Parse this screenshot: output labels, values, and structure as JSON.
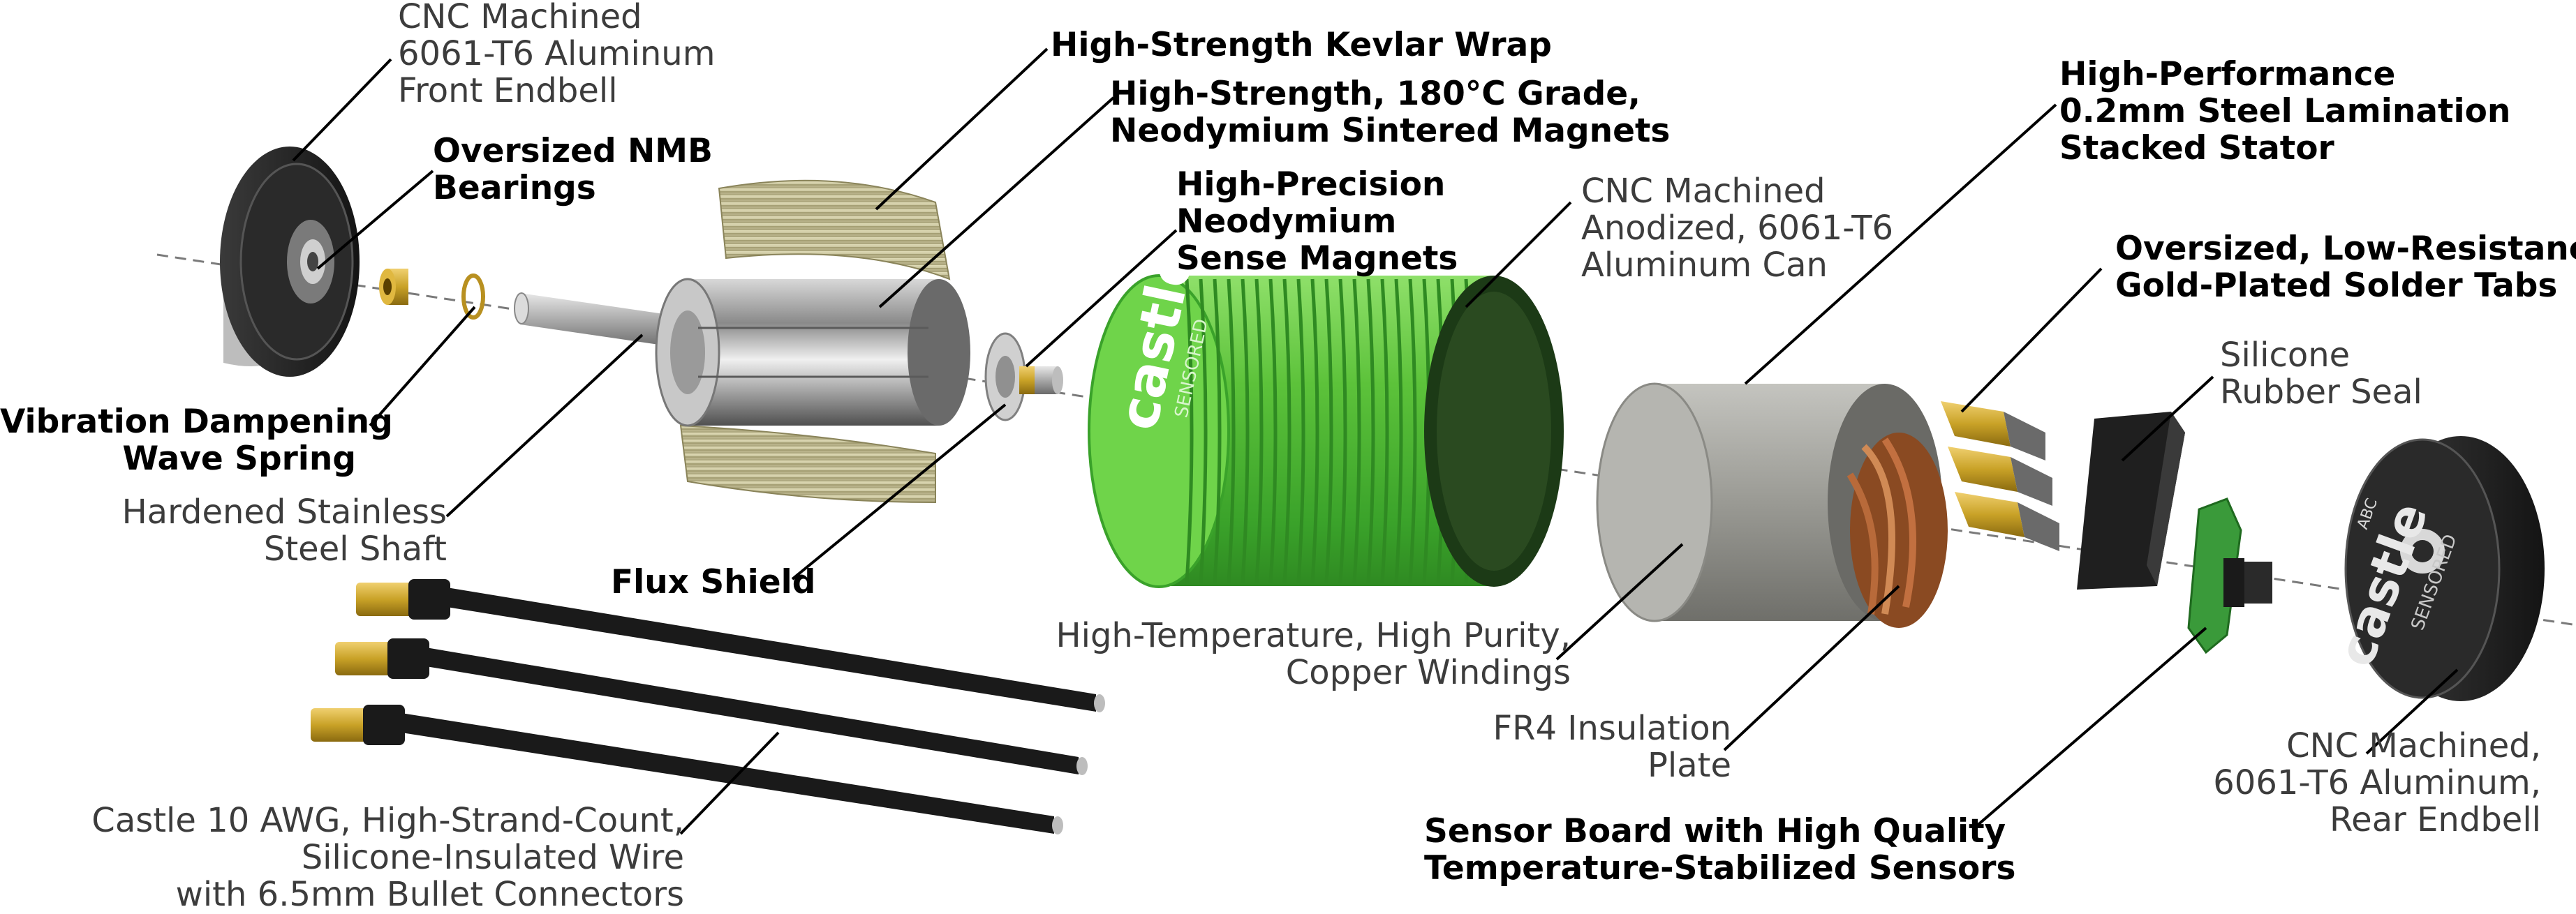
{
  "labels": {
    "front_endbell": [
      "CNC Machined",
      "6061-T6 Aluminum",
      "Front Endbell"
    ],
    "bearings": [
      "Oversized NMB",
      "Bearings"
    ],
    "wave_spring": [
      "Vibration Dampening",
      "Wave Spring"
    ],
    "shaft": [
      "Hardened Stainless",
      "Steel Shaft"
    ],
    "kevlar_wrap": [
      "High-Strength Kevlar Wrap"
    ],
    "sintered_magnets": [
      "High-Strength, 180°C Grade,",
      "Neodymium Sintered Magnets"
    ],
    "sense_magnets": [
      "High-Precision",
      "Neodymium",
      "Sense Magnets"
    ],
    "flux_shield": [
      "Flux Shield"
    ],
    "can": [
      "CNC Machined",
      "Anodized, 6061-T6",
      "Aluminum Can"
    ],
    "stator": [
      "High-Performance",
      "0.2mm Steel Lamination",
      "Stacked Stator"
    ],
    "solder_tabs": [
      "Oversized, Low-Resistance,",
      "Gold-Plated Solder Tabs"
    ],
    "seal": [
      "Silicone",
      "Rubber Seal"
    ],
    "windings": [
      "High-Temperature, High Purity,",
      "Copper Windings"
    ],
    "insulation_plate": [
      "FR4 Insulation",
      "Plate"
    ],
    "sensor_board": [
      "Sensor Board with High Quality",
      "Temperature-Stabilized Sensors"
    ],
    "rear_endbell": [
      "CNC Machined,",
      "6061-T6 Aluminum,",
      "Rear Endbell"
    ],
    "wire": [
      "Castle 10 AWG, High-Strand-Count,",
      "Silicone-Insulated Wire",
      "with 6.5mm Bullet Connectors"
    ]
  },
  "logo": {
    "brand": "castle",
    "product": "SENSORED",
    "endbell_letters": "ABC"
  },
  "colors": {
    "can_green": "#5cc23a",
    "can_green_dark": "#2f8a22",
    "stator_gray": "#9a9a94",
    "gold": "#c9a227",
    "copper": "#b86a3a",
    "endbell_black": "#1e1e1e",
    "kevlar": "#c9c49a",
    "wire_black": "#1a1a1a",
    "board_green": "#3a9a3a",
    "label_bold": "#000000",
    "label_regular": "#3c3c3c"
  }
}
